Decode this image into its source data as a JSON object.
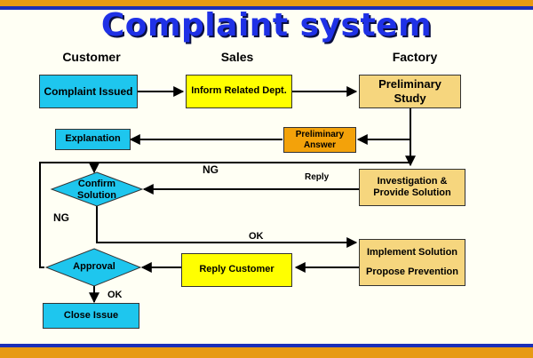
{
  "title": "Complaint system",
  "columns": {
    "customer": "Customer",
    "sales": "Sales",
    "factory": "Factory"
  },
  "nodes": {
    "complaint_issued": "Complaint Issued",
    "inform_related_dept": "Inform Related Dept.",
    "preliminary_study": "Preliminary Study",
    "explanation": "Explanation",
    "preliminary_answer": "Preliminary Answer",
    "confirm_solution": "Confirm Solution",
    "investigation": "Investigation & Provide Solution",
    "implement_line1": "Implement Solution",
    "implement_line2": "Propose Prevention",
    "approval": "Approval",
    "reply_customer": "Reply Customer",
    "close_issue": "Close Issue"
  },
  "edge_labels": {
    "ng_top": "NG",
    "reply": "Reply",
    "ng_left": "NG",
    "ok_middle": "OK",
    "ok_bottom": "OK"
  },
  "colors": {
    "title": "#1f31e6",
    "customer_box": "#1ec6ee",
    "sales_box": "#ffff00",
    "factory_box": "#f6d67e",
    "preliminary_answer_box": "#f3a20a",
    "band_orange": "#e79a13",
    "band_blue": "#1b2fb8"
  }
}
